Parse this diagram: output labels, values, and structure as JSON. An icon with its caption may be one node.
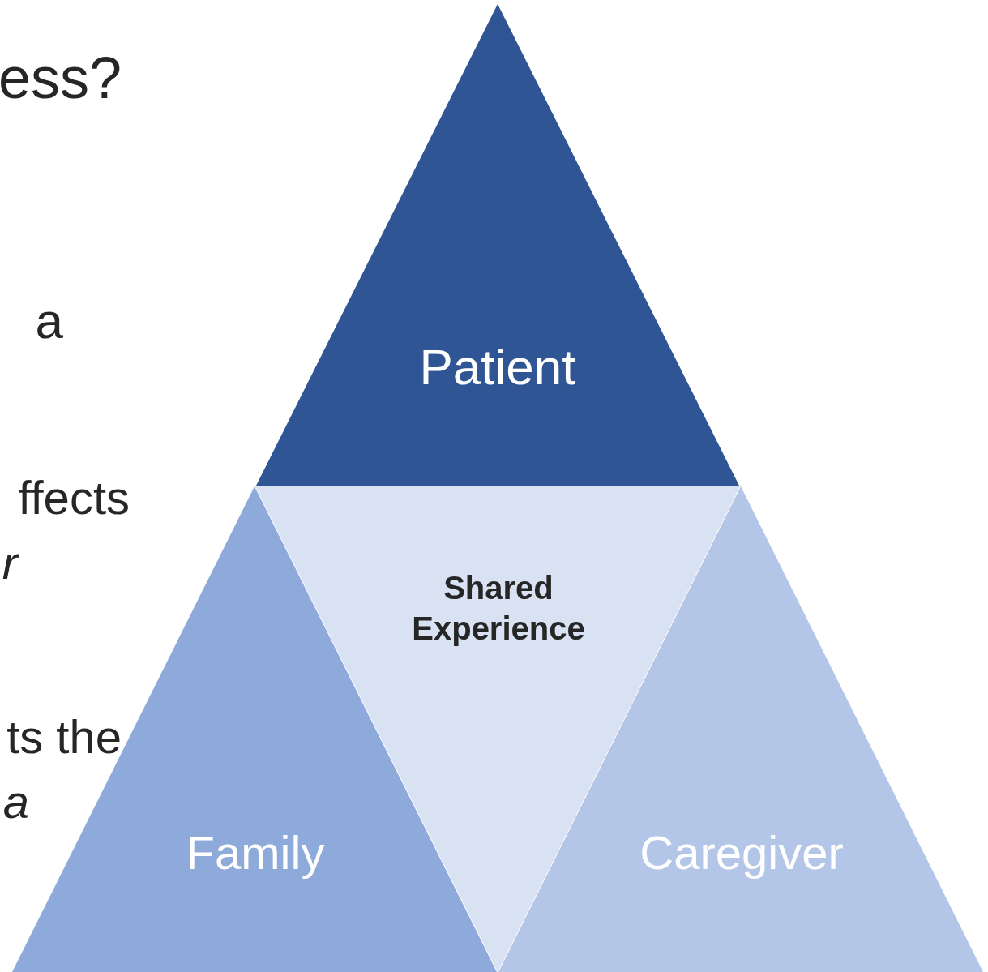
{
  "diagram": {
    "nodes": [
      {
        "text": [
          "Patient"
        ]
      },
      {
        "text": [
          "Shared Experience"
        ]
      },
      {
        "text": [
          "Family"
        ]
      },
      {
        "text": [
          "Caregiver"
        ]
      }
    ],
    "labels": [
      "ess?",
      "a",
      "ffects",
      "r",
      "ts the",
      "a"
    ]
  }
}
